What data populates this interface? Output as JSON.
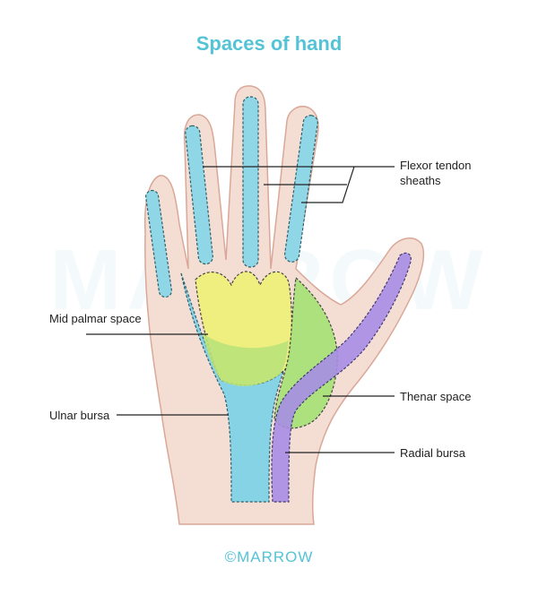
{
  "title": "Spaces of hand",
  "labels": {
    "flexor_tendon_sheaths": "Flexor tendon sheaths",
    "mid_palmar_space": "Mid palmar space",
    "ulnar_bursa": "Ulnar bursa",
    "thenar_space": "Thenar space",
    "radial_bursa": "Radial bursa"
  },
  "watermark": "MARROW",
  "footer": "©MARROW",
  "colors": {
    "title": "#55c3d6",
    "skin": "#f4ddd3",
    "skin_outline": "#d9a898",
    "flexor_sheath": "#8fd6e6",
    "mid_palmar": "#eef07a",
    "thenar": "#a9e27a",
    "ulnar_bursa": "#86d3e6",
    "radial_bursa": "#a88ee6"
  }
}
